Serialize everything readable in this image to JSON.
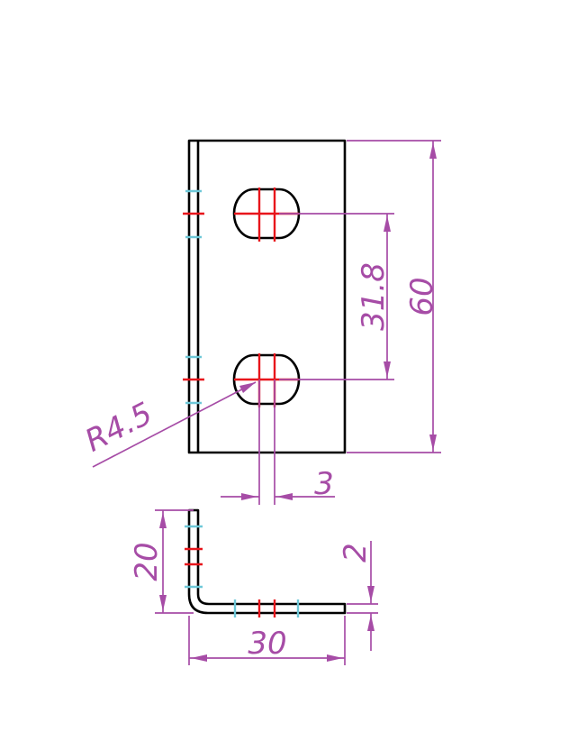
{
  "drawing": {
    "dimensions": {
      "radius": "R4.5",
      "hole_spacing": "31.8",
      "height": "60",
      "slot_offset": "3",
      "flange_height": "20",
      "thickness": "2",
      "width": "30"
    },
    "colors": {
      "object_line": "#000000",
      "dimension": "#a64ca6",
      "center_line": "#e8151b",
      "hidden_line": "#6ec8d8",
      "background": "#ffffff"
    }
  }
}
